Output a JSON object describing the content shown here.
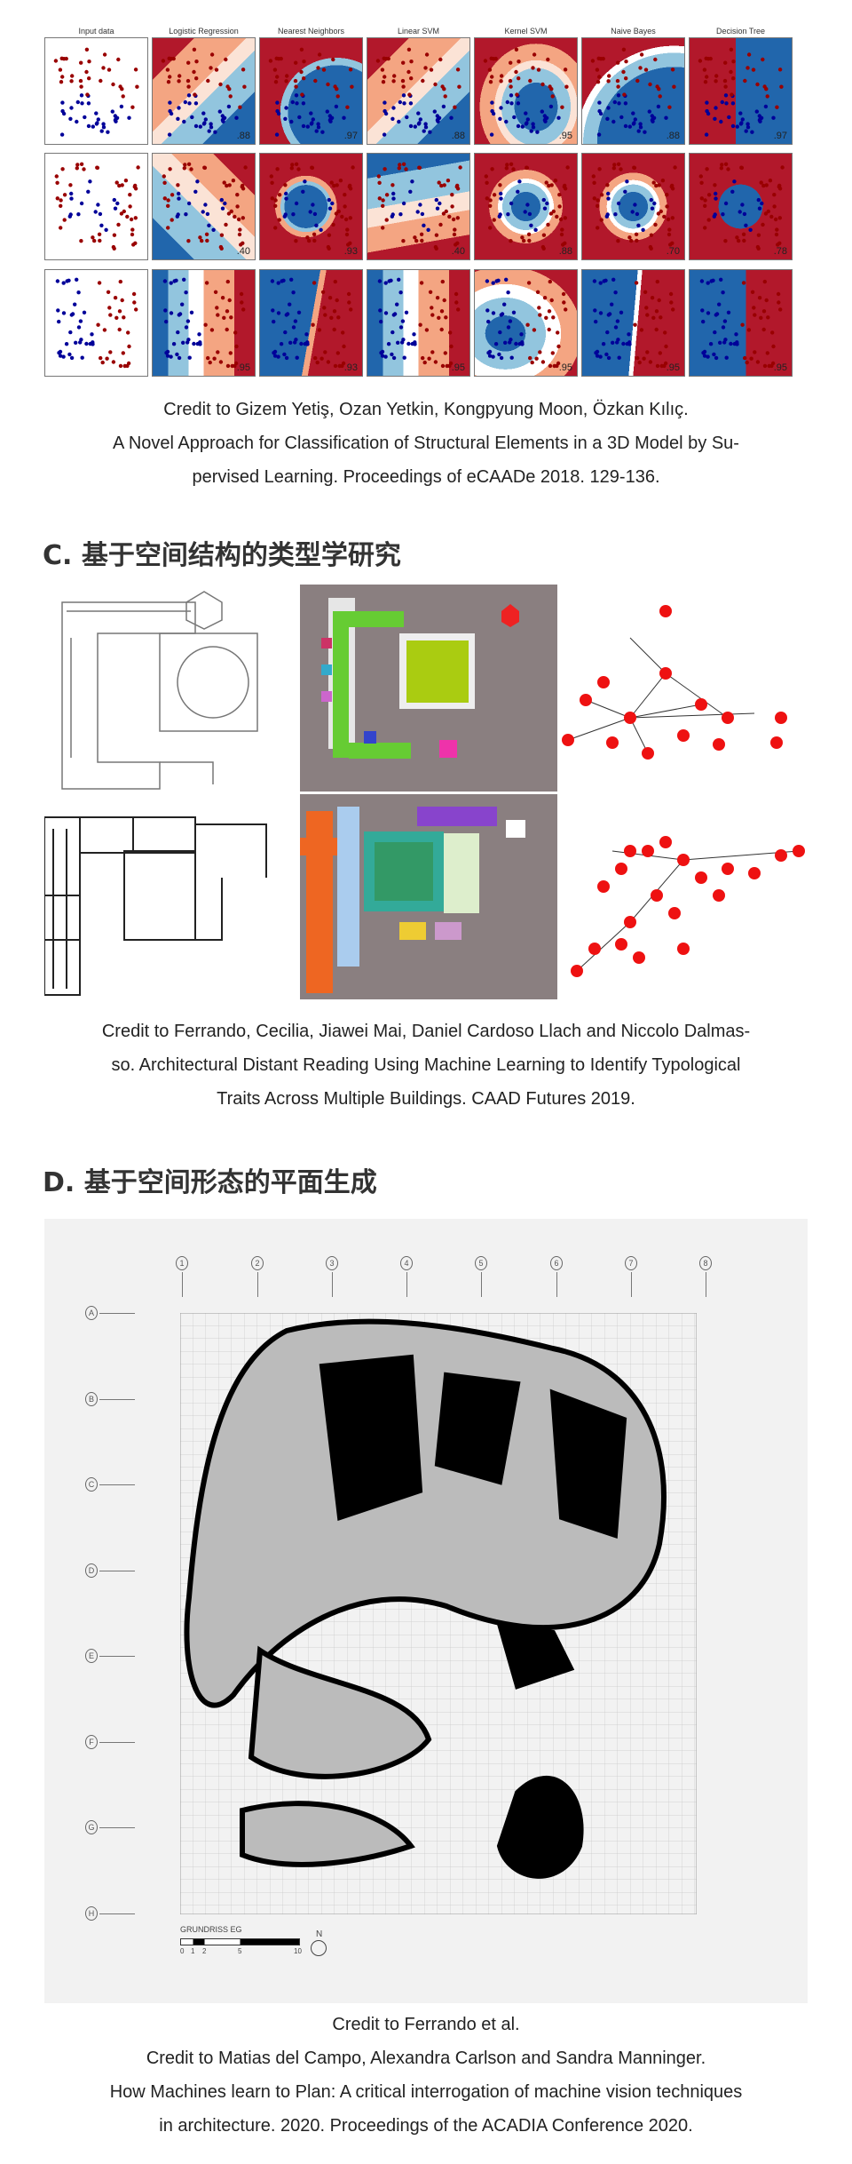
{
  "figure_a": {
    "column_titles": [
      "Input data",
      "Logistic Regression",
      "Nearest Neighbors",
      "Linear SVM",
      "Kernel SVM",
      "Naive Bayes",
      "Decision Tree"
    ],
    "scores": [
      [
        "",
        ".88",
        ".97",
        ".88",
        ".95",
        ".88",
        ".97"
      ],
      [
        "",
        ".40",
        ".93",
        ".40",
        ".88",
        ".70",
        ".78"
      ],
      [
        "",
        ".95",
        ".93",
        ".95",
        ".95",
        ".95",
        ".95"
      ]
    ],
    "colors": {
      "red": "#b2182b",
      "blue": "#2166ac",
      "light_red": "#f4a582",
      "light_blue": "#92c5de"
    }
  },
  "caption_a": [
    "Credit to Gizem Yetiş, Ozan Yetkin, Kongpyung Moon, Özkan Kılıç.",
    "A Novel Approach for Classification of Structural Elements in a 3D Model by Su-",
    "pervised Learning. Proceedings of eCAADe 2018. 129-136."
  ],
  "heading_c": "C. 基于空间结构的类型学研究",
  "caption_c": [
    "Credit to Ferrando, Cecilia, Jiawei Mai, Daniel Cardoso Llach and Niccolo Dalmas-",
    "so. Architectural Distant Reading Using Machine Learning to Identify Typological",
    "Traits Across Multiple Buildings. CAAD Futures 2019."
  ],
  "heading_d": "D. 基于空间形态的平面生成",
  "figure_d": {
    "column_markers": [
      "1",
      "2",
      "3",
      "4",
      "5",
      "6",
      "7",
      "8"
    ],
    "row_markers": [
      "A",
      "B",
      "C",
      "D",
      "E",
      "F",
      "G",
      "H"
    ],
    "scale_title": "GRUNDRISS EG",
    "scale_ticks": [
      "0",
      "1",
      "2",
      "5",
      "10"
    ],
    "north_label": "N"
  },
  "caption_d": [
    "Credit to Ferrando et al.",
    "Credit to Matias del Campo, Alexandra Carlson and Sandra Manninger.",
    "How Machines learn to Plan: A critical interrogation of machine vision techniques",
    "in architecture. 2020. Proceedings of the ACADIA Conference 2020."
  ]
}
